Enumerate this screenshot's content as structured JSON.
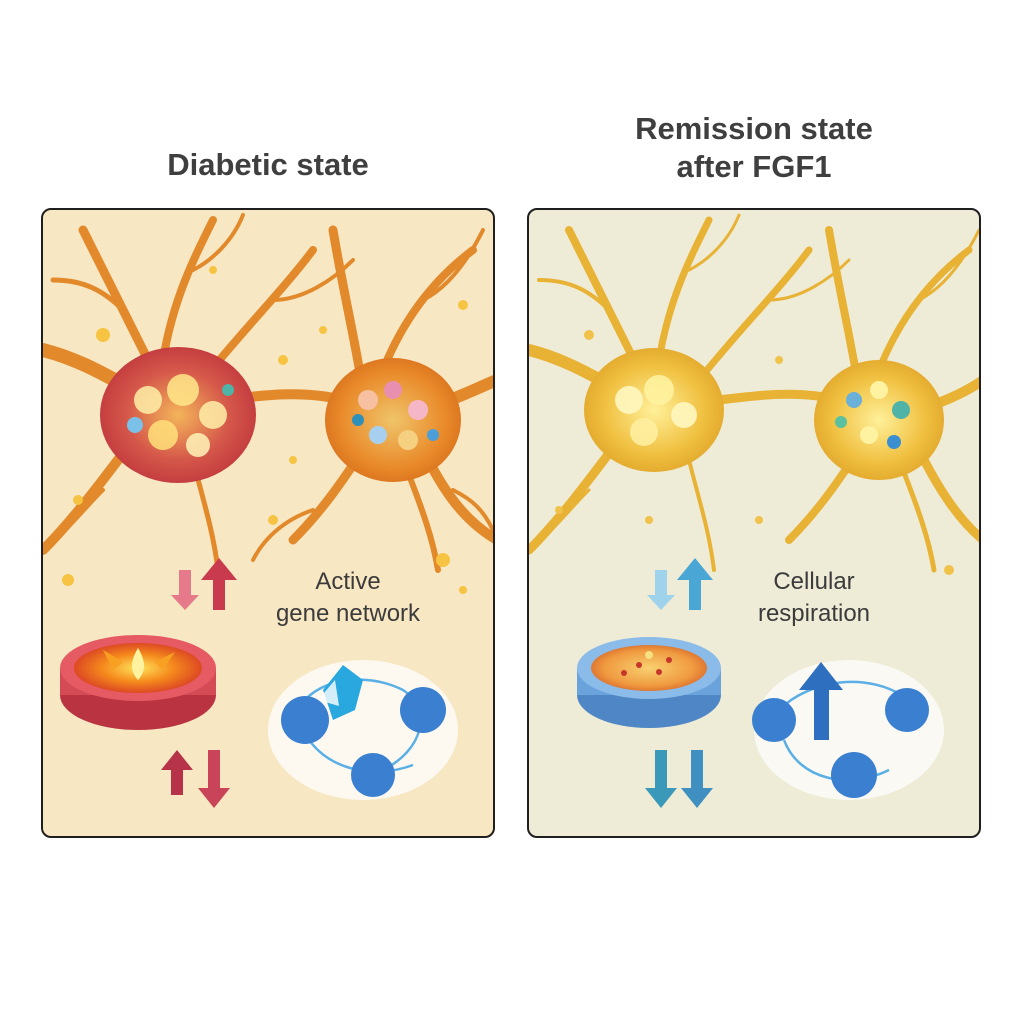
{
  "panels": {
    "left": {
      "title": "Diabetic state",
      "label": "Active\ngene network"
    },
    "right": {
      "title": "Remission state\nafter FGF1",
      "label": "Cellular\nrespiration"
    }
  },
  "colors": {
    "diabetic_background": "#f8e7c3",
    "remission_background": "#eeecd7",
    "diabetic_neuron": "#e68a25",
    "remission_neuron": "#e8b235",
    "arrow_red": "#c93a4e",
    "arrow_blue": "#4aa6d4",
    "protein_blue": "#3a7fd0"
  }
}
